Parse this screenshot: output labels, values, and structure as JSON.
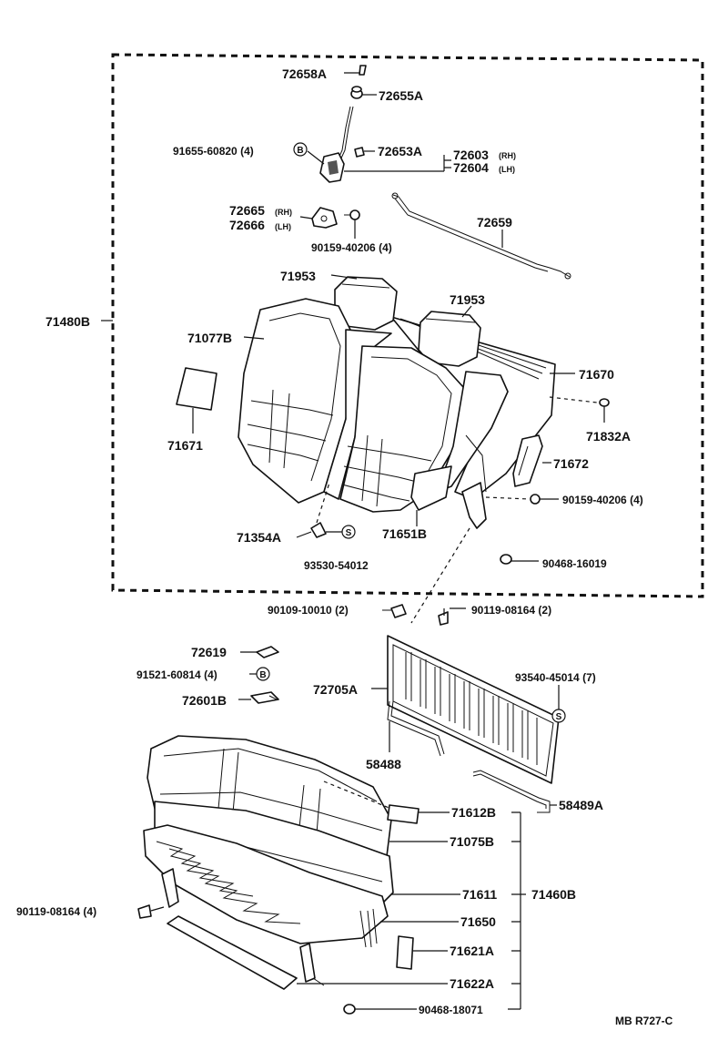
{
  "labels": {
    "p72658A": "72658A",
    "p72655A": "72655A",
    "p91655": "91655-60820 (4)",
    "p72653A": "72653A",
    "p72603": "72603",
    "p72603_rh": "(RH)",
    "p72604": "72604",
    "p72604_lh": "(LH)",
    "p72665": "72665",
    "p72665_rh": "(RH)",
    "p72666": "72666",
    "p72666_lh": "(LH)",
    "p90159a": "90159-40206 (4)",
    "p72659": "72659",
    "p71953a": "71953",
    "p71953b": "71953",
    "p71480B": "71480B",
    "p71077B": "71077B",
    "p71670": "71670",
    "p71832A": "71832A",
    "p71671": "71671",
    "p71672": "71672",
    "p90159b": "90159-40206 (4)",
    "p71354A": "71354A",
    "p71651B": "71651B",
    "p93530": "93530-54012",
    "p90468a": "90468-16019",
    "p90109": "90109-10010 (2)",
    "p90119a": "90119-08164 (2)",
    "p72619": "72619",
    "p91521": "91521-60814 (4)",
    "p72601B": "72601B",
    "p72705A": "72705A",
    "p93540": "93540-45014 (7)",
    "p58488": "58488",
    "p58489A": "58489A",
    "p71612B": "71612B",
    "p71075B": "71075B",
    "p71611": "71611",
    "p71460B": "71460B",
    "p90119b": "90119-08164 (4)",
    "p71650": "71650",
    "p71621A": "71621A",
    "p71622A": "71622A",
    "p90468b": "90468-18071",
    "ref": "MB R727-C"
  },
  "symbols": {
    "bolt": "B",
    "screw": "S"
  }
}
